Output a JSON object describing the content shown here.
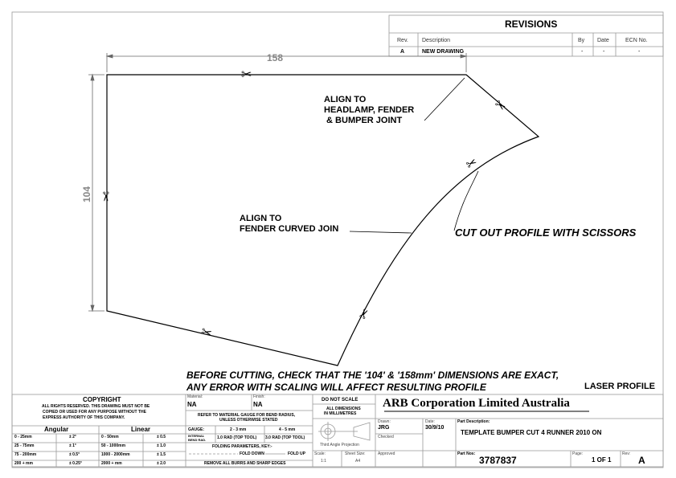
{
  "revisions": {
    "title": "REVISIONS",
    "headers": [
      "Rev.",
      "Description",
      "By",
      "Date",
      "ECN No."
    ],
    "row": [
      "A",
      "NEW DRAWING",
      "-",
      "-",
      "-"
    ]
  },
  "dimensions": {
    "width": "158",
    "height": "104"
  },
  "annotations": {
    "headlamp": "ALIGN TO\nHEADLAMP, FENDER\n & BUMPER JOINT",
    "fender": "ALIGN TO\nFENDER CURVED JOIN",
    "scissors": "CUT OUT PROFILE WITH SCISSORS",
    "warning1": "BEFORE CUTTING, CHECK THAT THE '104' & '158mm' DIMENSIONS ARE EXACT,",
    "warning2": "ANY ERROR WITH SCALING WILL AFFECT RESULTING PROFILE",
    "laser": "LASER PROFILE"
  },
  "title_block": {
    "copyright_title": "COPYRIGHT",
    "copyright_text": [
      "ALL RIGHTS RESERVED. THIS DRAWING MUST NOT BE",
      "COPIED OR USED FOR ANY PURPOSE WITHOUT THE",
      "EXPRESS AUTHORITY OF THIS COMPANY."
    ],
    "angular": "Angular",
    "linear": "Linear",
    "tolerances": [
      [
        "0 - 25mm",
        "± 2°",
        "0 - 50mm",
        "± 0.5"
      ],
      [
        "25 - 75mm",
        "± 1°",
        "50 - 1000mm",
        "± 1.0"
      ],
      [
        "75 - 200mm",
        "± 0.5°",
        "1000 - 2000mm",
        "± 1.5"
      ],
      [
        "200 + mm",
        "± 0.25°",
        "2000 + mm",
        "± 2.0"
      ]
    ],
    "material_label": "Material:",
    "material": "NA",
    "finish_label": "Finish:",
    "finish": "NA",
    "refer": [
      "REFER TO MATERIAL GAUGE FOR BEND RADIUS,",
      "UNLESS OTHERWISE STATED"
    ],
    "gauge_label": "GAUGE:",
    "gauge1": "2 - 3 mm",
    "gauge2": "4 - 5 mm",
    "bend_label": [
      "INTERNAL",
      "BEND RAD."
    ],
    "bend1": "1.0 RAD (TOP TOOL)",
    "bend2": "3.0 RAD (TOP TOOL)",
    "folding": "FOLDING PARAMETERS, KEY:-",
    "fold_down": "FOLD DOWN",
    "fold_up": "FOLD UP",
    "remove": "REMOVE ALL BURRS AND SHARP EDGES",
    "do_not_scale": "DO NOT SCALE",
    "all_dims": [
      "ALL DIMENSIONS",
      "IN MILLIMETRES"
    ],
    "projection": "Third Angle Projection",
    "scale_label": "Scale:",
    "scale": "1:1",
    "sheet_label": "Sheet Size:",
    "sheet": "A4",
    "company": "ARB Corporation Limited Australia",
    "drawn_label": "Drawn:",
    "drawn": "JRG",
    "date_label": "Date:",
    "date": "30/9/10",
    "checked_label": "Checked",
    "approved_label": "Approved",
    "part_desc_label": "Part Description:",
    "part_desc": "TEMPLATE BUMPER CUT 4 RUNNER 2010 ON",
    "part_no_label": "Part Nos:",
    "part_no": "3787837",
    "page_label": "Page:",
    "page": "1 OF 1",
    "rev_label": "Rev:",
    "rev": "A"
  }
}
